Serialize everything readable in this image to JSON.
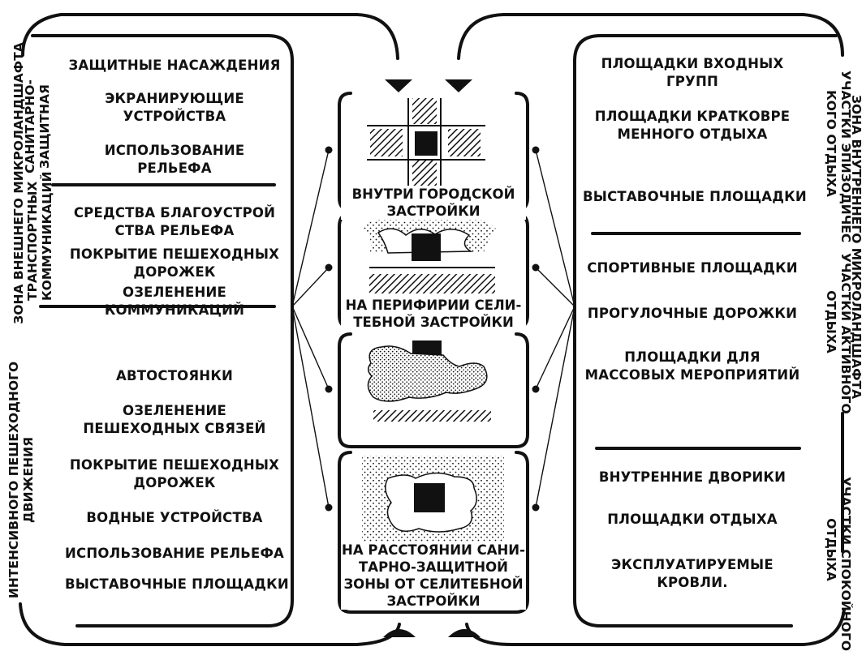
{
  "colors": {
    "ink": "#111111",
    "paper": "#ffffff"
  },
  "left": {
    "zone_title": "ЗОНА ВНЕШНЕГО МИКРОЛАНДШАФТА",
    "groups": [
      {
        "title_lines": [
          "САНИТАРНО-",
          "ЗАЩИТНАЯ"
        ],
        "items": [
          [
            "ЗАЩИТНЫЕ НАСАЖДЕНИЯ"
          ],
          [
            "ЭКРАНИРУЮЩИЕ",
            "УСТРОЙСТВА"
          ],
          [
            "ИСПОЛЬЗОВАНИЕ",
            "РЕЛЬЕФА"
          ]
        ]
      },
      {
        "title_lines": [
          "ТРАНСПОРТНЫХ",
          "КОММУНИКАЦИЙ"
        ],
        "items": [
          [
            "СРЕДСТВА БЛАГОУСТРОЙ",
            "СТВА РЕЛЬЕФА"
          ],
          [
            "ПОКРЫТИЕ ПЕШЕХОДНЫХ",
            "ДОРОЖЕК"
          ],
          [
            "ОЗЕЛЕНЕНИЕ",
            "КОММУНИКАЦИЙ"
          ]
        ]
      },
      {
        "title_lines": [
          "ИНТЕНСИВНОГО ПЕШЕХОДНОГО",
          "ДВИЖЕНИЯ"
        ],
        "items": [
          [
            "АВТОСТОЯНКИ"
          ],
          [
            "ОЗЕЛЕНЕНИЕ",
            "ПЕШЕХОДНЫХ СВЯЗЕЙ"
          ],
          [
            "ПОКРЫТИЕ ПЕШЕХОДНЫХ",
            "ДОРОЖЕК"
          ],
          [
            "ВОДНЫЕ УСТРОЙСТВА"
          ],
          [
            "ИСПОЛЬЗОВАНИЕ РЕЛЬЕФА"
          ],
          [
            "ВЫСТАВОЧНЫЕ ПЛОЩАДКИ"
          ]
        ]
      }
    ]
  },
  "center": {
    "panels": [
      {
        "caption_lines": [
          "ВНУТРИ ГОРОДСКОЙ",
          "ЗАСТРОЙКИ"
        ]
      },
      {
        "caption_lines": [
          "НА ПЕРИФИРИИ СЕЛИ-",
          "ТЕБНОЙ ЗАСТРОЙКИ"
        ]
      },
      {
        "caption_lines": []
      },
      {
        "caption_lines": [
          "НА РАССТОЯНИИ САНИ-",
          "ТАРНО-ЗАЩИТНОЙ",
          "ЗОНЫ ОТ СЕЛИТЕБНОЙ",
          "ЗАСТРОЙКИ"
        ]
      }
    ]
  },
  "right": {
    "zone_title": "ЗОНА ВНУТРЕННЕГО МИКРОЛАНДШАФТА",
    "groups": [
      {
        "title_lines": [
          "УЧАСТКИ ЭПИЗОДИЧЕС",
          "КОГО ОТДЫХА"
        ],
        "items": [
          [
            "ПЛОЩАДКИ ВХОДНЫХ",
            "ГРУПП"
          ],
          [
            "ПЛОЩАДКИ КРАТКОВРЕ",
            "МЕННОГО ОТДЫХА"
          ],
          [
            "ВЫСТАВОЧНЫЕ ПЛОЩАДКИ"
          ]
        ]
      },
      {
        "title_lines": [
          "УЧАСТКИ АКТИВНОГО",
          "ОТДЫХА"
        ],
        "items": [
          [
            "СПОРТИВНЫЕ ПЛОЩАДКИ"
          ],
          [
            "ПРОГУЛОЧНЫЕ ДОРОЖКИ"
          ],
          [
            "ПЛОЩАДКИ ДЛЯ",
            "МАССОВЫХ МЕРОПРИЯТИЙ"
          ]
        ]
      },
      {
        "title_lines": [
          "УЧАСТКИ СПОКОЙНОГО",
          "ОТДЫХА"
        ],
        "items": [
          [
            "ВНУТРЕННИЕ ДВОРИКИ"
          ],
          [
            "ПЛОЩАДКИ ОТДЫХА"
          ],
          [
            "ЭКСПЛУАТИРУЕМЫЕ",
            "КРОВЛИ."
          ]
        ]
      }
    ]
  }
}
